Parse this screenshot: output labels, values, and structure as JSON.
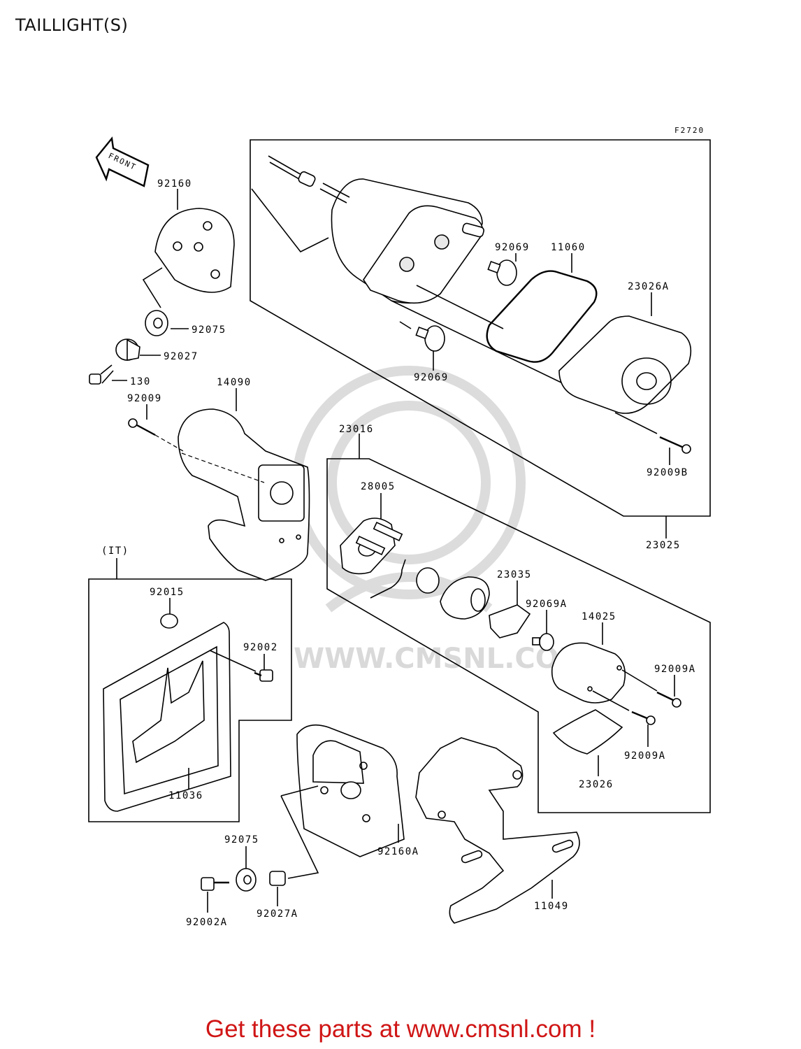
{
  "page": {
    "title": "TAILLIGHT(S)"
  },
  "diagram": {
    "figure_code": "F2720",
    "front_label": "FRONT",
    "region_label": "(IT)",
    "watermark_text": "WWW.CMSNL.COM",
    "parts": [
      {
        "id": "p-92160",
        "label": "92160"
      },
      {
        "id": "p-92069-a",
        "label": "92069"
      },
      {
        "id": "p-11060",
        "label": "11060"
      },
      {
        "id": "p-23026a",
        "label": "23026A"
      },
      {
        "id": "p-92075-a",
        "label": "92075"
      },
      {
        "id": "p-92027",
        "label": "92027"
      },
      {
        "id": "p-130",
        "label": "130"
      },
      {
        "id": "p-92069-b",
        "label": "92069"
      },
      {
        "id": "p-14090",
        "label": "14090"
      },
      {
        "id": "p-92009",
        "label": "92009"
      },
      {
        "id": "p-23016",
        "label": "23016"
      },
      {
        "id": "p-92009b",
        "label": "92009B"
      },
      {
        "id": "p-28005",
        "label": "28005"
      },
      {
        "id": "p-23025",
        "label": "23025"
      },
      {
        "id": "p-92015",
        "label": "92015"
      },
      {
        "id": "p-23035",
        "label": "23035"
      },
      {
        "id": "p-92069a",
        "label": "92069A"
      },
      {
        "id": "p-14025",
        "label": "14025"
      },
      {
        "id": "p-92002",
        "label": "92002"
      },
      {
        "id": "p-92009a-1",
        "label": "92009A"
      },
      {
        "id": "p-92009a-2",
        "label": "92009A"
      },
      {
        "id": "p-23026",
        "label": "23026"
      },
      {
        "id": "p-11036",
        "label": "11036"
      },
      {
        "id": "p-92075-b",
        "label": "92075"
      },
      {
        "id": "p-92160a",
        "label": "92160A"
      },
      {
        "id": "p-11049",
        "label": "11049"
      },
      {
        "id": "p-92002a",
        "label": "92002A"
      },
      {
        "id": "p-92027a",
        "label": "92027A"
      }
    ]
  },
  "footer": {
    "link_text": "Get these parts at www.cmsnl.com !"
  },
  "colors": {
    "footer": "#d01515",
    "line": "#000000",
    "watermark": "#dcdcdc"
  }
}
